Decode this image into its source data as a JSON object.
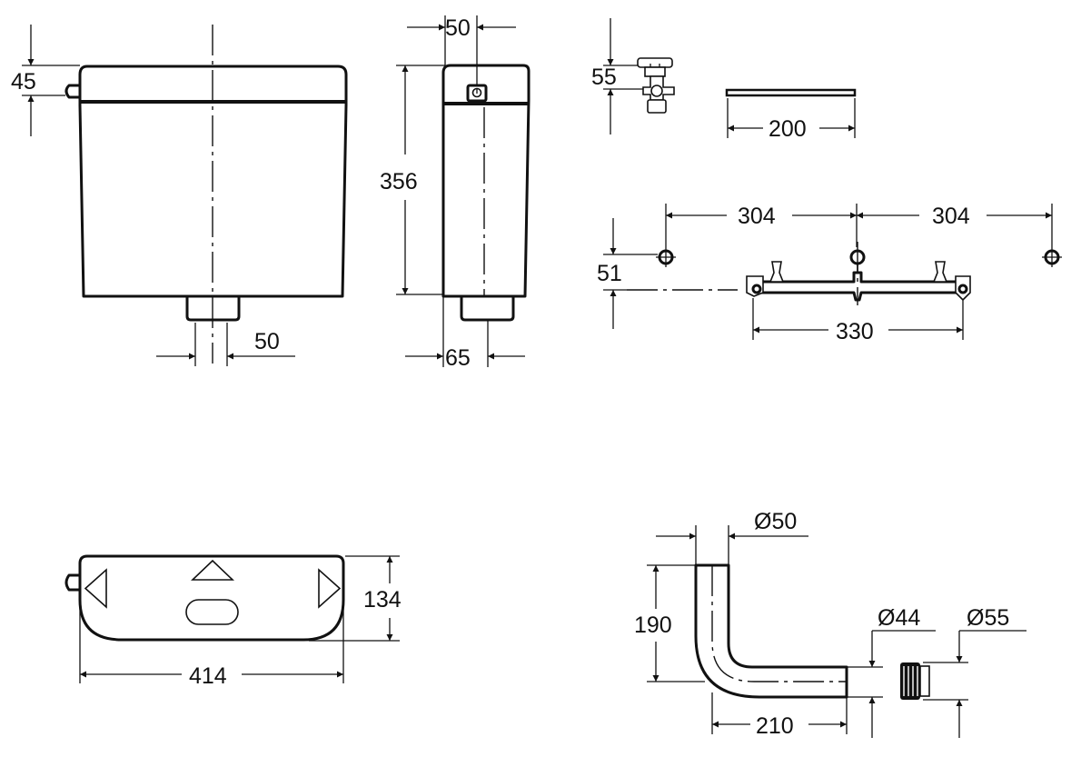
{
  "front_view": {
    "dim_top": "45",
    "dim_outlet": "50"
  },
  "side_view": {
    "dim_top_width": "50",
    "dim_height": "356",
    "dim_bottom_width": "65"
  },
  "valve_detail": {
    "dim_height": "55"
  },
  "rail_detail": {
    "dim_length": "200"
  },
  "bracket_detail": {
    "dim_spacing_left": "304",
    "dim_spacing_right": "304",
    "dim_height": "51",
    "dim_width": "330"
  },
  "plan_view": {
    "dim_width": "414",
    "dim_depth": "134"
  },
  "flush_pipe": {
    "dim_diameter": "Ø50",
    "dim_height": "190",
    "dim_length": "210",
    "dim_end_diameter": "Ø44",
    "connector_diameter": "Ø55"
  }
}
